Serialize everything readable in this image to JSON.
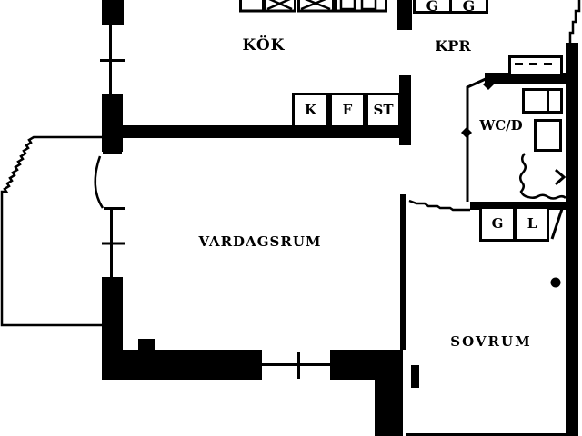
{
  "plan": {
    "background_color": "#ffffff",
    "wall_color": "#000000",
    "rooms": {
      "kitchen": "KÖK",
      "kpr": "KPR",
      "wc_shower": "WC/D",
      "living_room": "VARDAGSRUM",
      "bedroom": "SOVRUM"
    },
    "cabinets": {
      "fridge": "K",
      "freezer": "F",
      "cleaning_closet": "ST",
      "wardrobe": "G",
      "linen_closet": "L",
      "kpr_cabinet_left": "G",
      "kpr_cabinet_right": "G"
    }
  }
}
